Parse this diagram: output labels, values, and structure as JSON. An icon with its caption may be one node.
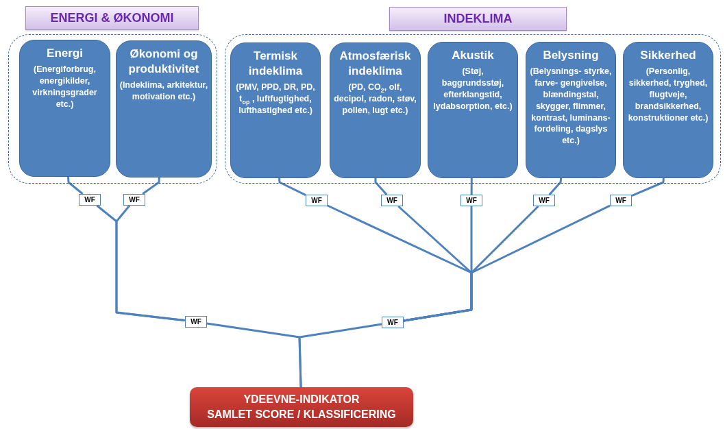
{
  "diagram": {
    "nodes": [
      {
        "text": [
          "ENERGI & ØKONOMI"
        ]
      },
      {
        "text": [],
        "shape": "box"
      },
      {
        "text": [
          "Energi",
          "(Energiforbrug, energikilder, virkningsgrader etc.)"
        ],
        "in": 1
      },
      {
        "text": [
          "Økonomi og produktivitet",
          "(Indeklima, arkitektur, motivation etc.)"
        ],
        "in": 1
      },
      {
        "text": [
          "INDEKLIMA"
        ]
      },
      {
        "text": [],
        "shape": "box"
      },
      {
        "text": [
          "Termisk indeklima",
          "(PMV, PPD, DR, PD, t$_{op}$ , luftfugtighed, lufthastighed etc.)"
        ],
        "in": 5
      },
      {
        "text": [
          "Atmosfærisk indeklima",
          "(PD, CO$_{2}$, olf, decipol, radon, støv, pollen, lugt etc.)"
        ],
        "in": 5
      },
      {
        "text": [
          "Akustik",
          "(Støj, baggrundsstøj, efterklangstid, lydabsorption, etc.)"
        ],
        "in": 5
      },
      {
        "text": [
          "Belysning",
          "(Belysnings- styrke, farve- gengivelse, blændingstal, skygger, flimmer, kontrast, luminans- fordeling, dagslys etc.)"
        ],
        "in": 5
      },
      {
        "text": [
          "Sikkerhed",
          "(Personlig, sikkerhed, tryghed, flugtveje, brandsikkerhed, konstruktioner etc.)"
        ],
        "in": 5
      },
      {
        "text": [
          "YDEEVNE-INDIKATOR",
          "SAMLET SCORE / KLASSIFICERING"
        ]
      },
      {
        "text": [
          "WF"
        ]
      },
      {
        "text": [
          "WF"
        ]
      },
      {
        "text": [
          "WF"
        ]
      },
      {
        "text": [
          "WF"
        ]
      },
      {
        "text": [
          "WF"
        ]
      },
      {
        "text": [
          "WF"
        ]
      },
      {
        "text": [
          "WF"
        ]
      },
      {
        "text": [
          "WF"
        ]
      },
      {
        "text": [
          "WF"
        ]
      }
    ],
    "edges": [
      {
        "from": 2,
        "to": 12,
        "arrow": "none"
      },
      {
        "from": 3,
        "to": 13,
        "arrow": "none"
      },
      {
        "from": 12,
        "to": 19,
        "arrow": "none"
      },
      {
        "from": 13,
        "to": 19,
        "arrow": "none"
      },
      {
        "from": 6,
        "to": 14,
        "arrow": "none"
      },
      {
        "from": 7,
        "to": 15,
        "arrow": "none"
      },
      {
        "from": 8,
        "to": 16,
        "arrow": "none"
      },
      {
        "from": 9,
        "to": 17,
        "arrow": "none"
      },
      {
        "from": 10,
        "to": 18,
        "arrow": "none"
      },
      {
        "from": 14,
        "to": 20,
        "arrow": "none"
      },
      {
        "from": 15,
        "to": 20,
        "arrow": "none"
      },
      {
        "from": 16,
        "to": 20,
        "arrow": "none"
      },
      {
        "from": 17,
        "to": 20,
        "arrow": "none"
      },
      {
        "from": 18,
        "to": 20,
        "arrow": "none"
      },
      {
        "from": 19,
        "to": 11,
        "arrow": "none"
      },
      {
        "from": 20,
        "to": 11,
        "arrow": "none"
      }
    ]
  }
}
